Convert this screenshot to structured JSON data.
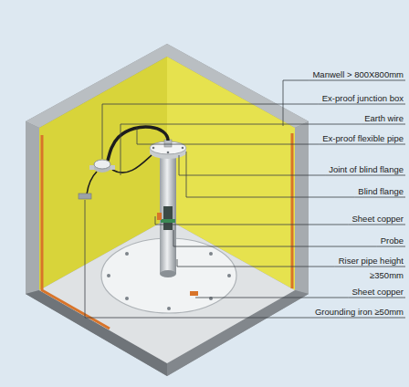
{
  "diagram": {
    "labels": [
      "Manwell > 800X800mm",
      "Ex-proof junction box",
      "Earth wire",
      "Ex-proof flexible pipe",
      "Joint of blind flange",
      "Blind flange",
      "Sheet copper",
      "Probe",
      "Riser pipe height",
      "≥350mm",
      "Sheet copper",
      "Grounding iron ≥50mm"
    ]
  }
}
